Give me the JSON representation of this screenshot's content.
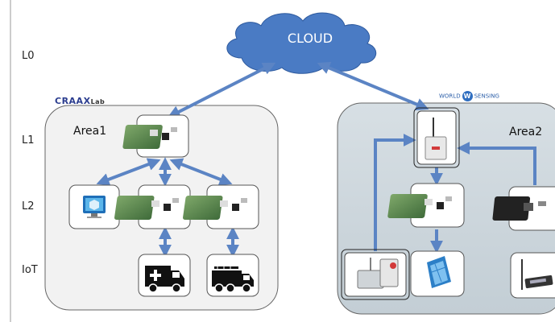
{
  "cloud": {
    "label": "CLOUD"
  },
  "levels": [
    "L0",
    "L1",
    "L2",
    "IoT"
  ],
  "areas": [
    {
      "label": "Area1"
    },
    {
      "label": "Area2"
    }
  ],
  "logos": {
    "craax": {
      "main": "CRAAX",
      "sub": "Lab"
    },
    "worldsensing": {
      "left": "WORLD",
      "mark": "W",
      "right": "SENSING"
    }
  },
  "colors": {
    "cloud_fill": "#4a7bc4",
    "arrow": "#5b84c4",
    "area1_fill": "#f2f2f2",
    "area2_fill": "#cfd8de"
  },
  "icons": [
    "raspberry-pi-board-icon",
    "desktop-computer-icon",
    "ambulance-icon",
    "fire-truck-icon",
    "wireless-gateway-icon",
    "single-board-computer-icon",
    "sensor-node-icon",
    "humidity-sensor-icon",
    "antenna-datalogger-icon"
  ]
}
